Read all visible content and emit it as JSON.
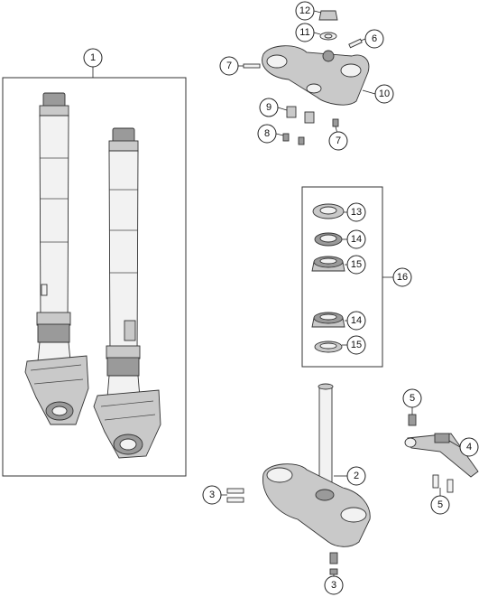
{
  "callouts": [
    {
      "id": "c1",
      "label": "1"
    },
    {
      "id": "c2",
      "label": "2"
    },
    {
      "id": "c3a",
      "label": "3"
    },
    {
      "id": "c3b",
      "label": "3"
    },
    {
      "id": "c4",
      "label": "4"
    },
    {
      "id": "c5a",
      "label": "5"
    },
    {
      "id": "c5b",
      "label": "5"
    },
    {
      "id": "c6",
      "label": "6"
    },
    {
      "id": "c7a",
      "label": "7"
    },
    {
      "id": "c7b",
      "label": "7"
    },
    {
      "id": "c8",
      "label": "8"
    },
    {
      "id": "c9",
      "label": "9"
    },
    {
      "id": "c10",
      "label": "10"
    },
    {
      "id": "c11",
      "label": "11"
    },
    {
      "id": "c12",
      "label": "12"
    },
    {
      "id": "c13",
      "label": "13"
    },
    {
      "id": "c14a",
      "label": "14"
    },
    {
      "id": "c15a",
      "label": "15"
    },
    {
      "id": "c14b",
      "label": "14"
    },
    {
      "id": "c15b",
      "label": "15"
    },
    {
      "id": "c16",
      "label": "16"
    }
  ]
}
